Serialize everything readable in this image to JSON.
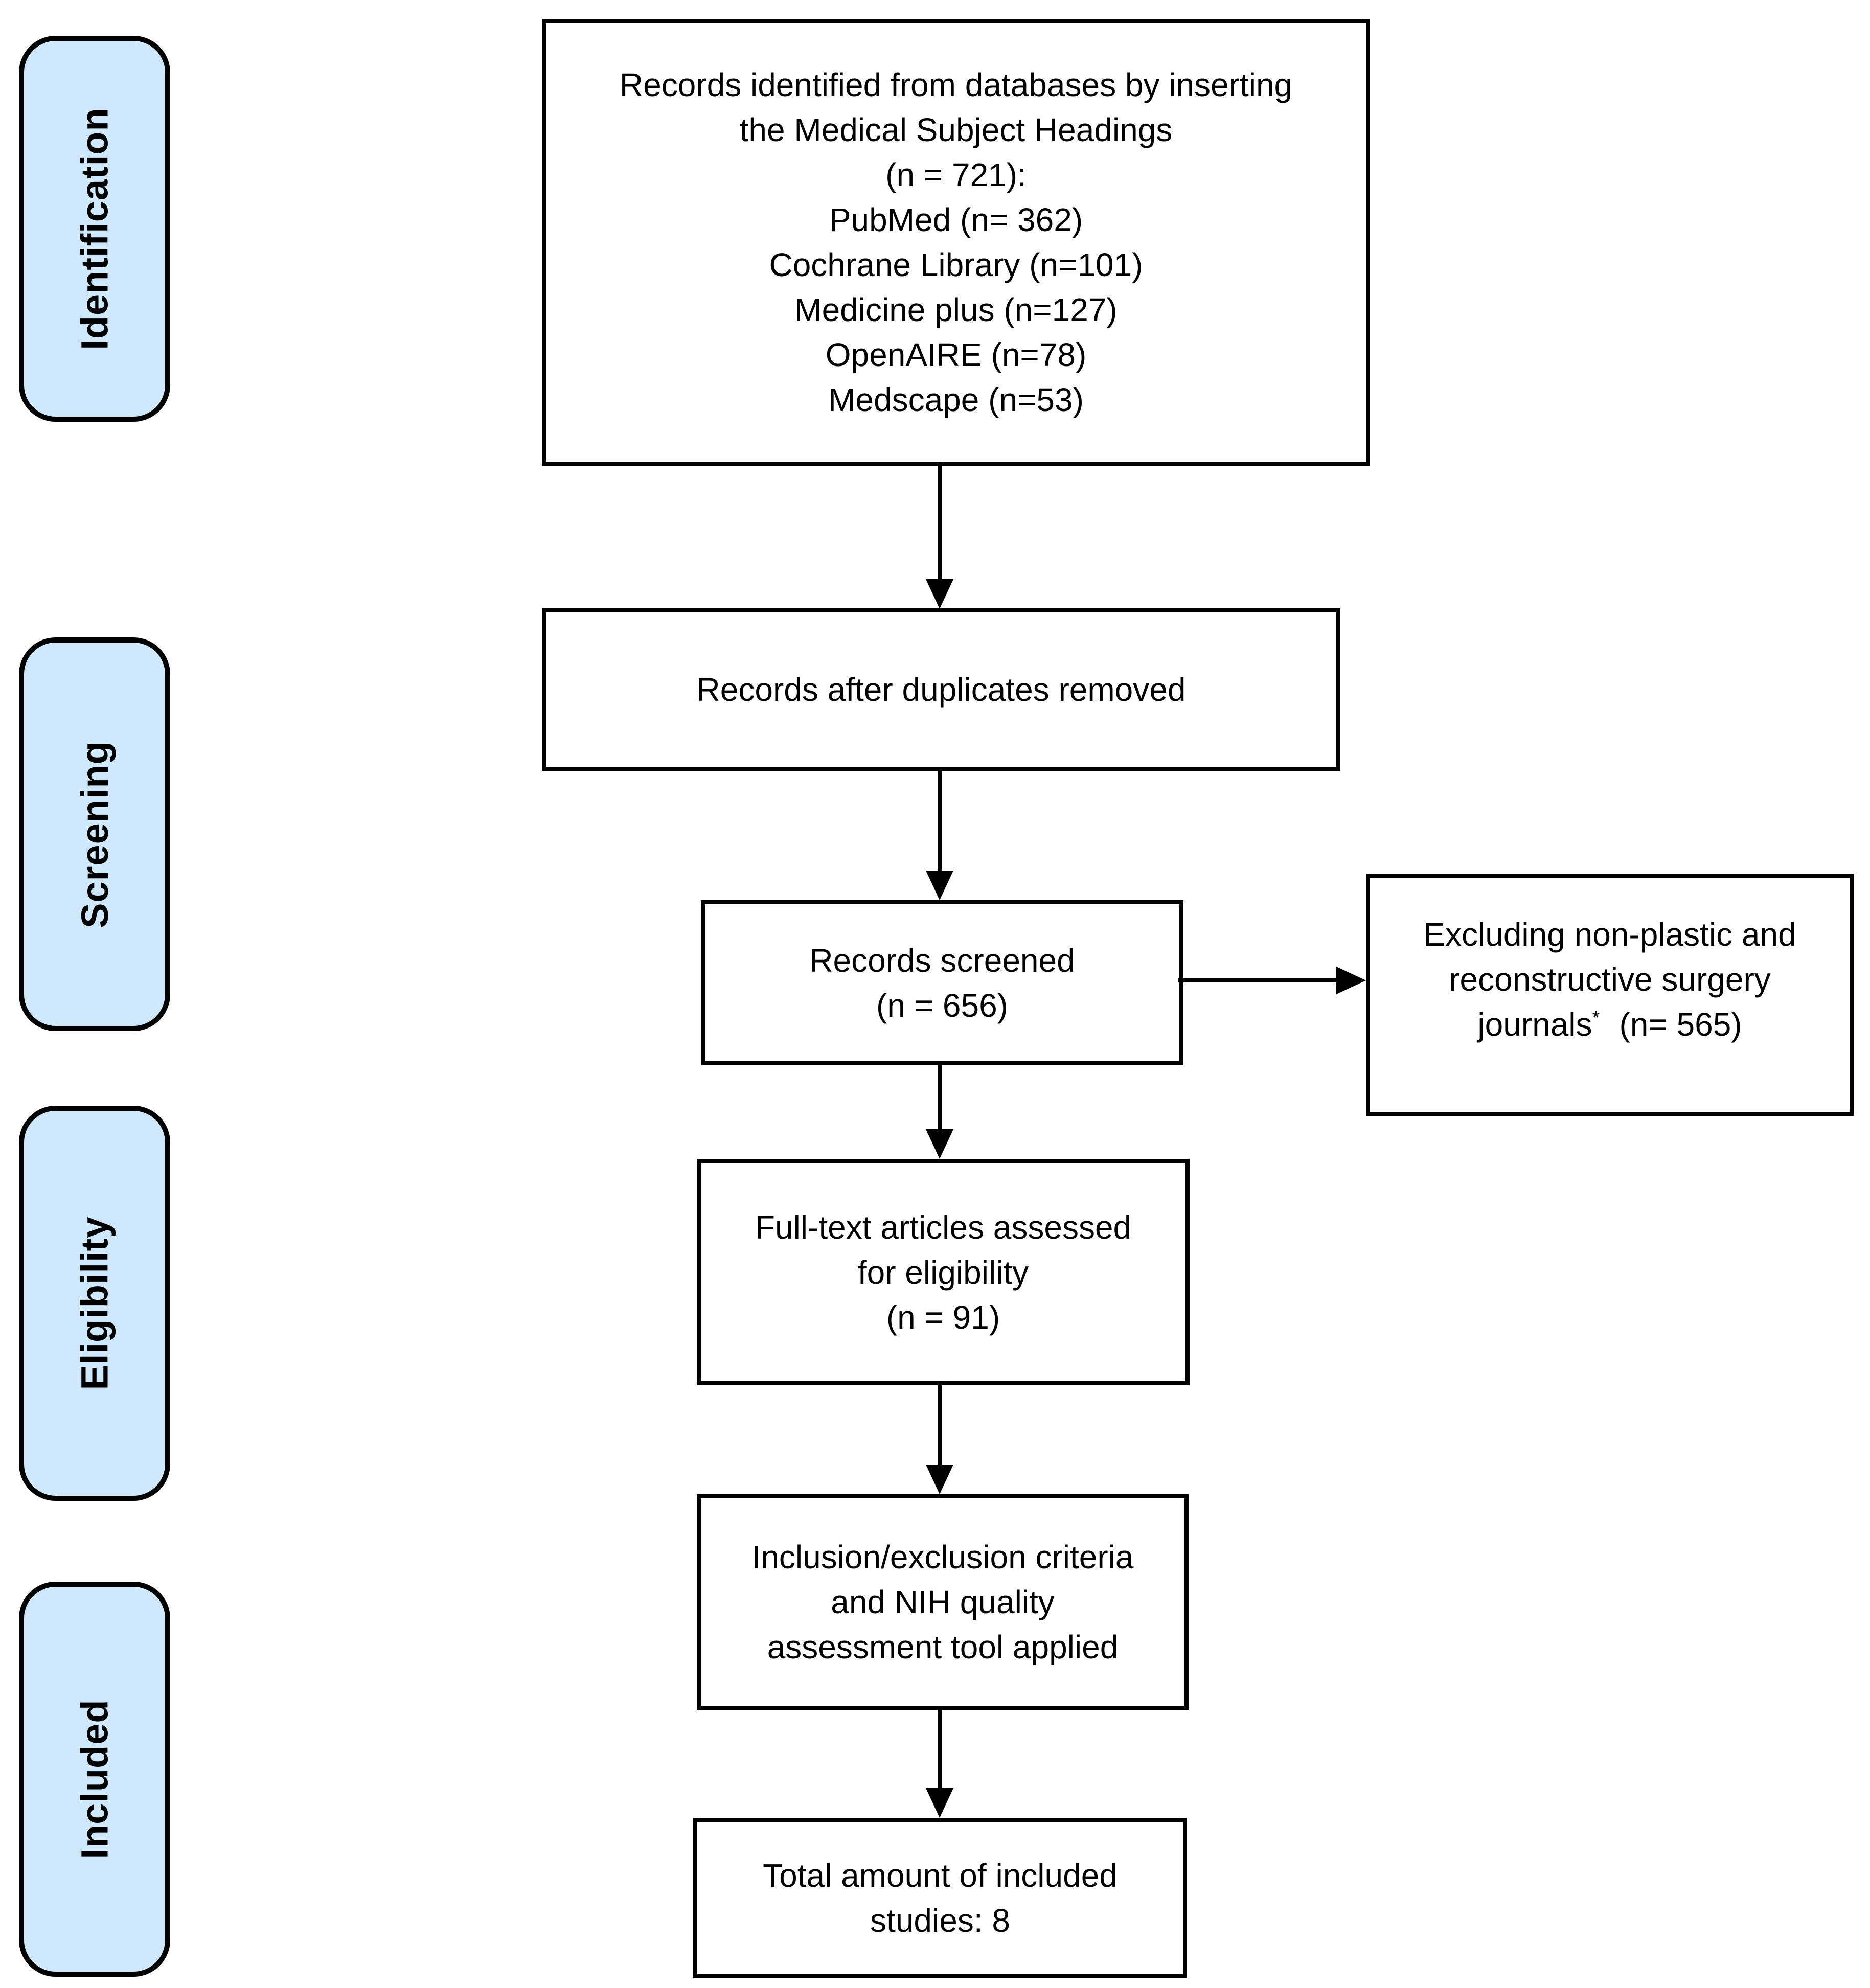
{
  "stages": [
    {
      "label": "Identification"
    },
    {
      "label": "Screening"
    },
    {
      "label": "Eligibility"
    },
    {
      "label": "Included"
    }
  ],
  "boxes": {
    "identified": {
      "lines": [
        "Records identified from databases by inserting",
        "the Medical Subject Headings",
        "(n = 721):",
        "PubMed (n= 362)",
        "Cochrane Library (n=101)",
        "Medicine plus (n=127)",
        "OpenAIRE (n=78)",
        "Medscape (n=53)"
      ]
    },
    "duplicates": {
      "lines": [
        "Records after duplicates removed"
      ]
    },
    "screened": {
      "lines": [
        "Records screened",
        "(n = 656)"
      ]
    },
    "excluded": {
      "line1": "Excluding non-plastic and",
      "line2": "reconstructive surgery",
      "word": "journals",
      "superscript": "*",
      "count": "(n= 565)"
    },
    "fulltext": {
      "lines": [
        "Full-text articles assessed",
        "for eligibility",
        "(n = 91)"
      ]
    },
    "criteria": {
      "lines": [
        "Inclusion/exclusion criteria",
        "and NIH quality",
        "assessment tool applied"
      ]
    },
    "included": {
      "lines": [
        "Total amount of included",
        "studies: 8"
      ]
    }
  },
  "colors": {
    "stage_fill": "#d0e8fb",
    "line_color": "#000000"
  }
}
